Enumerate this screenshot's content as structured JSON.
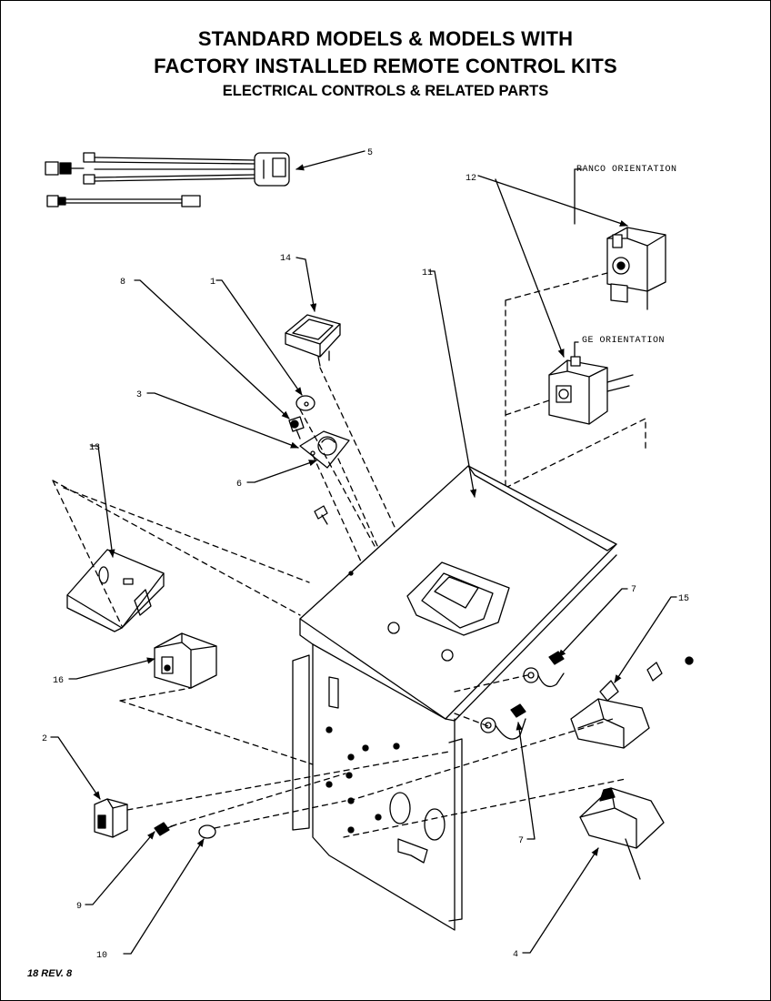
{
  "header": {
    "title_line1": "STANDARD MODELS & MODELS WITH",
    "title_line2": "FACTORY INSTALLED REMOTE CONTROL KITS",
    "subtitle": "ELECTRICAL CONTROLS & RELATED PARTS"
  },
  "orientation_labels": {
    "ranco": "RANCO ORIENTATION",
    "ge": "GE ORIENTATION"
  },
  "callouts": {
    "c1": "1",
    "c2": "2",
    "c3": "3",
    "c4": "4",
    "c5": "5",
    "c6": "6",
    "c7a": "7",
    "c7b": "7",
    "c8": "8",
    "c9": "9",
    "c10": "10",
    "c11": "11",
    "c12": "12",
    "c13": "13",
    "c14": "14",
    "c15": "15",
    "c16": "16"
  },
  "footer": {
    "page_ref": "18 REV. 8"
  }
}
